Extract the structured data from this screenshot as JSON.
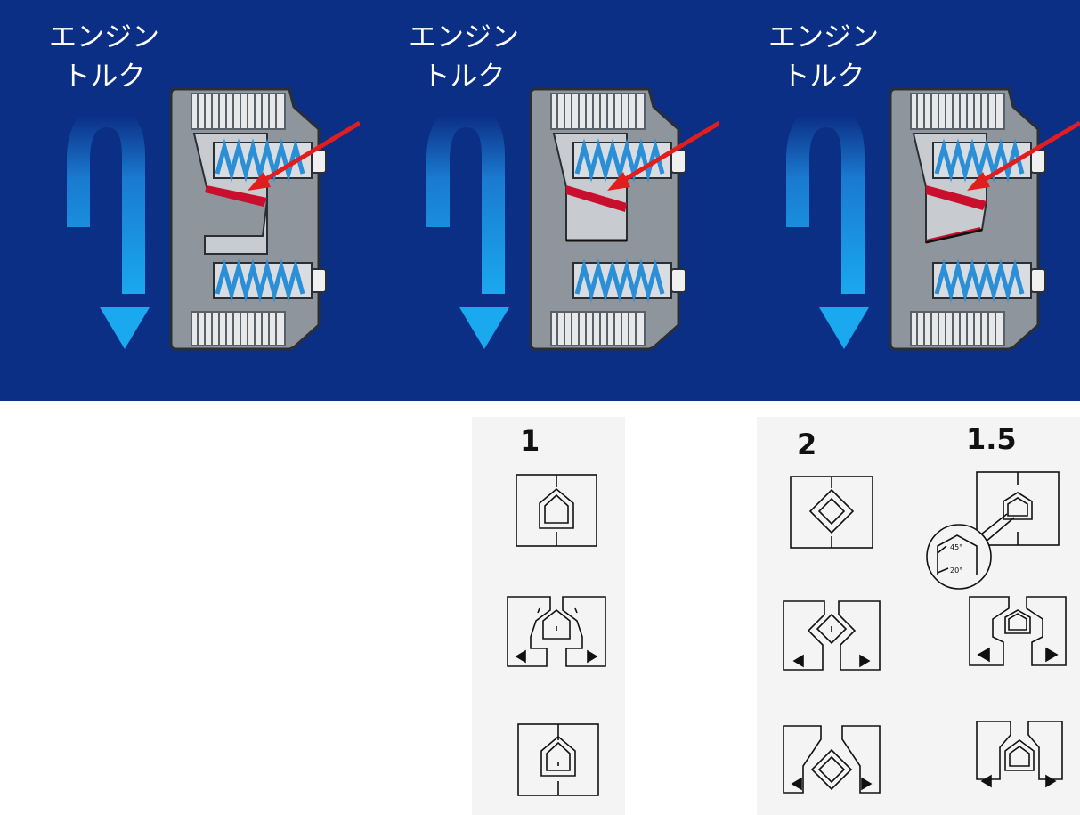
{
  "panels": [
    {
      "line1": "エンジン",
      "line2": "トルク"
    },
    {
      "line1": "エンジン",
      "line2": "トルク"
    },
    {
      "line1": "エンジン",
      "line2": "トルク"
    }
  ],
  "columns": {
    "one": "1",
    "two": "2",
    "one_five": "1.5"
  },
  "angle_labels": {
    "upper": "45°",
    "lower": "20°"
  },
  "colors": {
    "background": "#0c2f86",
    "arrow_blue": "#1aa0e8",
    "spring_blue": "#2a8fd6",
    "indicator_red": "#e21d1d",
    "cam_red": "#c8102e"
  }
}
